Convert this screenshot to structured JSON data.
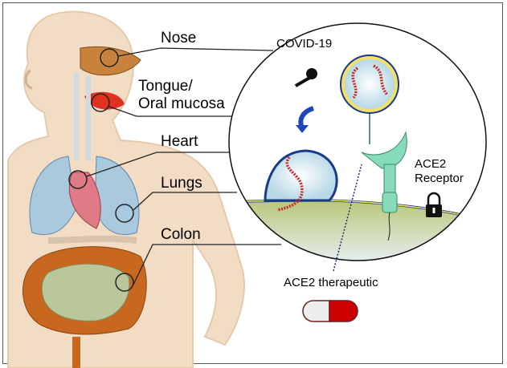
{
  "labels": {
    "nose": "Nose",
    "tongue_line1": "Tongue/",
    "tongue_line2": "Oral mucosa",
    "heart": "Heart",
    "lungs": "Lungs",
    "colon": "Colon"
  },
  "inset": {
    "virus": "COVID-19",
    "receptor_line1": "ACE2",
    "receptor_line2": "Receptor",
    "therapeutic": "ACE2 therapeutic"
  },
  "colors": {
    "body": "#f3dcc4",
    "lungs": "#a9c9df",
    "heart": "#e07a86",
    "colon": "#c8681f",
    "colon_inner": "#b9c79a",
    "receptor": "#86dcb8",
    "arrow": "#1d49b8",
    "rna": "#c62828",
    "pill_red": "#cc0000"
  }
}
